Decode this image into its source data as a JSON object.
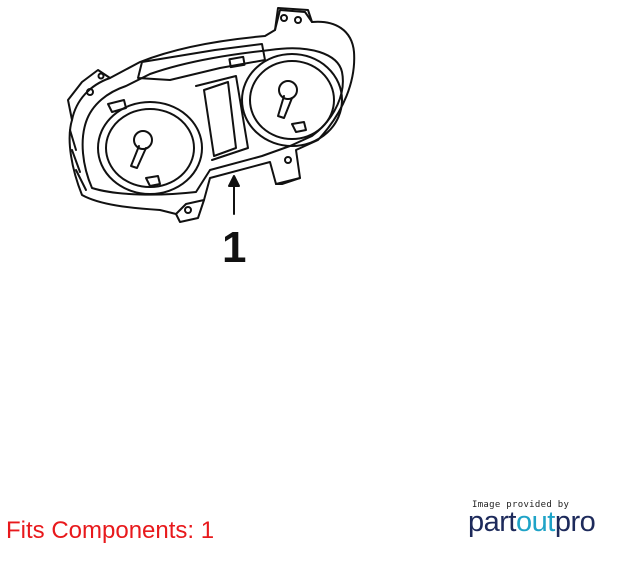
{
  "diagram": {
    "callout": "1"
  },
  "footer": {
    "fits_text": "Fits Components: 1",
    "fits_color": "#e8191c"
  },
  "watermark": {
    "caption": "Image provided by",
    "logo_part": "part",
    "logo_out": "out",
    "logo_pro": "pro",
    "logo_dark_color": "#1d2a5b",
    "logo_accent_color": "#1fa3c7"
  }
}
